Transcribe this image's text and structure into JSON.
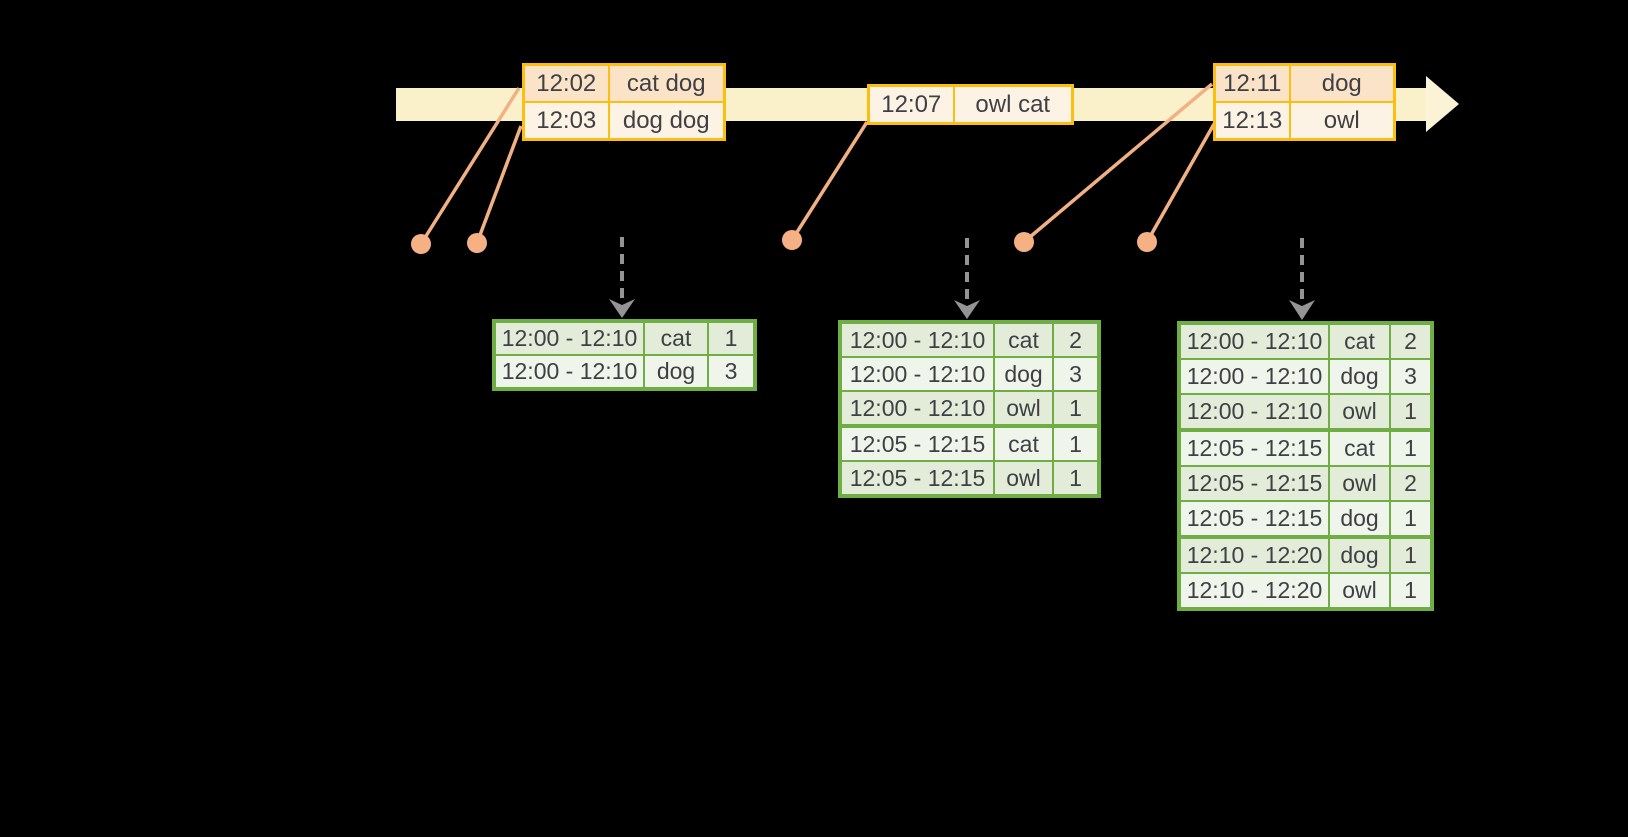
{
  "palette": {
    "background": "#000000",
    "timeline_fill": "#faf0c9",
    "timeline_arrowhead_fill": "#fbf3d6",
    "event_table_border": "#fcbe10",
    "event_row_dark": "#fbe3c8",
    "event_row_light": "#fdf3e5",
    "connector_line": "#f2b184",
    "event_dot": "#f5b183",
    "trigger_arrow": "#949494",
    "result_table_border": "#6fae44",
    "result_row_dark": "#e3ecd9",
    "result_row_light": "#eff5ea",
    "table_text": "#3f4045"
  },
  "event_tables": [
    {
      "name": "input-events-1",
      "rows": [
        {
          "time": "12:02",
          "words": "cat dog",
          "shade": "dark"
        },
        {
          "time": "12:03",
          "words": "dog dog",
          "shade": "light"
        }
      ]
    },
    {
      "name": "input-events-2",
      "rows": [
        {
          "time": "12:07",
          "words": "owl cat",
          "shade": "light"
        }
      ]
    },
    {
      "name": "input-events-3",
      "rows": [
        {
          "time": "12:11",
          "words": "dog",
          "shade": "dark"
        },
        {
          "time": "12:13",
          "words": "owl",
          "shade": "light"
        }
      ]
    }
  ],
  "result_tables": [
    {
      "name": "result-table-1",
      "rows": [
        {
          "window": "12:00 - 12:10",
          "word": "cat",
          "count": "1"
        },
        {
          "window": "12:00 - 12:10",
          "word": "dog",
          "count": "3"
        }
      ]
    },
    {
      "name": "result-table-2",
      "rows": [
        {
          "window": "12:00 - 12:10",
          "word": "cat",
          "count": "2"
        },
        {
          "window": "12:00 - 12:10",
          "word": "dog",
          "count": "3"
        },
        {
          "window": "12:00 - 12:10",
          "word": "owl",
          "count": "1"
        },
        {
          "window": "12:05 - 12:15",
          "word": "cat",
          "count": "1"
        },
        {
          "window": "12:05 - 12:15",
          "word": "owl",
          "count": "1"
        }
      ]
    },
    {
      "name": "result-table-3",
      "rows": [
        {
          "window": "12:00 - 12:10",
          "word": "cat",
          "count": "2"
        },
        {
          "window": "12:00 - 12:10",
          "word": "dog",
          "count": "3"
        },
        {
          "window": "12:00 - 12:10",
          "word": "owl",
          "count": "1"
        },
        {
          "window": "12:05 - 12:15",
          "word": "cat",
          "count": "1"
        },
        {
          "window": "12:05 - 12:15",
          "word": "owl",
          "count": "2"
        },
        {
          "window": "12:05 - 12:15",
          "word": "dog",
          "count": "1"
        },
        {
          "window": "12:10 - 12:20",
          "word": "dog",
          "count": "1"
        },
        {
          "window": "12:10 - 12:20",
          "word": "owl",
          "count": "1"
        }
      ]
    }
  ]
}
